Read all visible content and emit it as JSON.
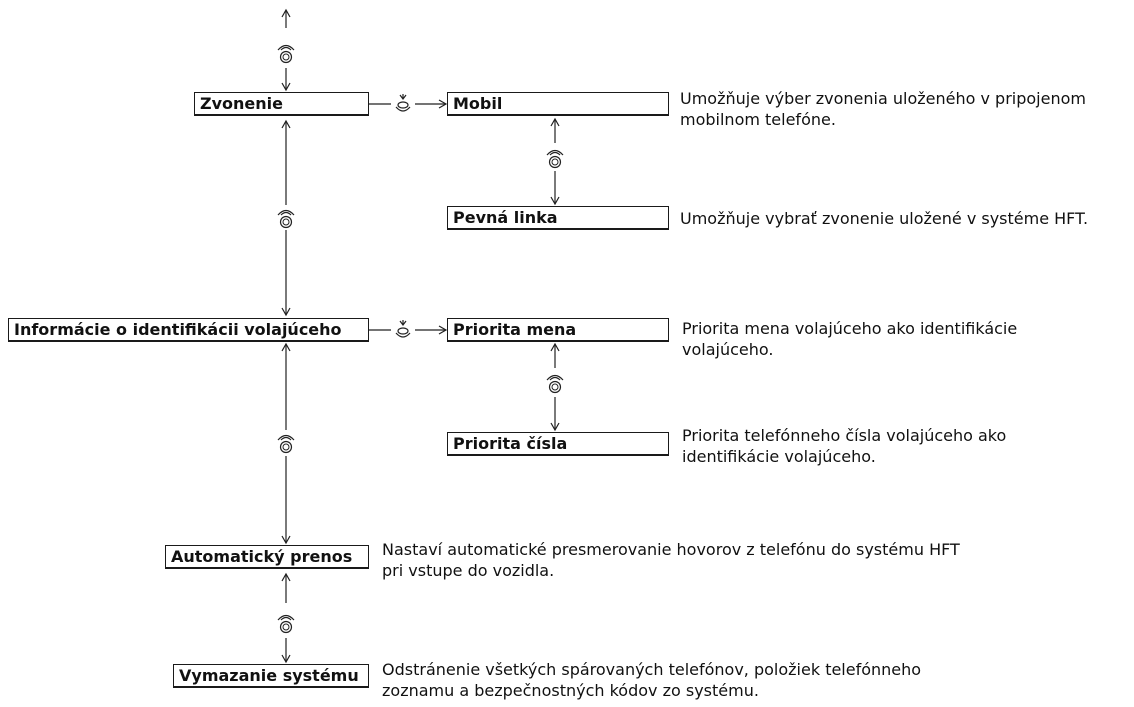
{
  "menu": {
    "ringtone": "Zvonenie",
    "caller_id": "Informácie o identifikácii volajúceho",
    "auto_transfer": "Automatický prenos",
    "system_clear": "Vymazanie systému"
  },
  "ringtone_options": {
    "mobile": "Mobil",
    "mobile_desc_1": "Umožňuje výber zvonenia uloženého v pripojenom",
    "mobile_desc_2": "mobilnom telefóne.",
    "landline": "Pevná linka",
    "landline_desc": "Umožňuje vybrať zvonenie uložené v systéme HFT."
  },
  "caller_id_options": {
    "name_priority": "Priorita mena",
    "name_desc_1": "Priorita mena volajúceho ako identifikácie",
    "name_desc_2": "volajúceho.",
    "number_priority": "Priorita čísla",
    "number_desc_1": "Priorita telefónneho čísla volajúceho ako",
    "number_desc_2": "identifikácie volajúceho."
  },
  "auto_transfer_desc_1": "Nastaví automatické presmerovanie hovorov z telefónu do systému HFT",
  "auto_transfer_desc_2": "pri vstupe do vozidla.",
  "system_clear_desc_1": "Odstránenie všetkých spárovaných telefónov, položiek telefónneho",
  "system_clear_desc_2": "zoznamu a bezpečnostných kódov zo systému.",
  "icons": {
    "rotate_knob": "rotate-knob-icon",
    "press_knob": "press-knob-icon"
  }
}
